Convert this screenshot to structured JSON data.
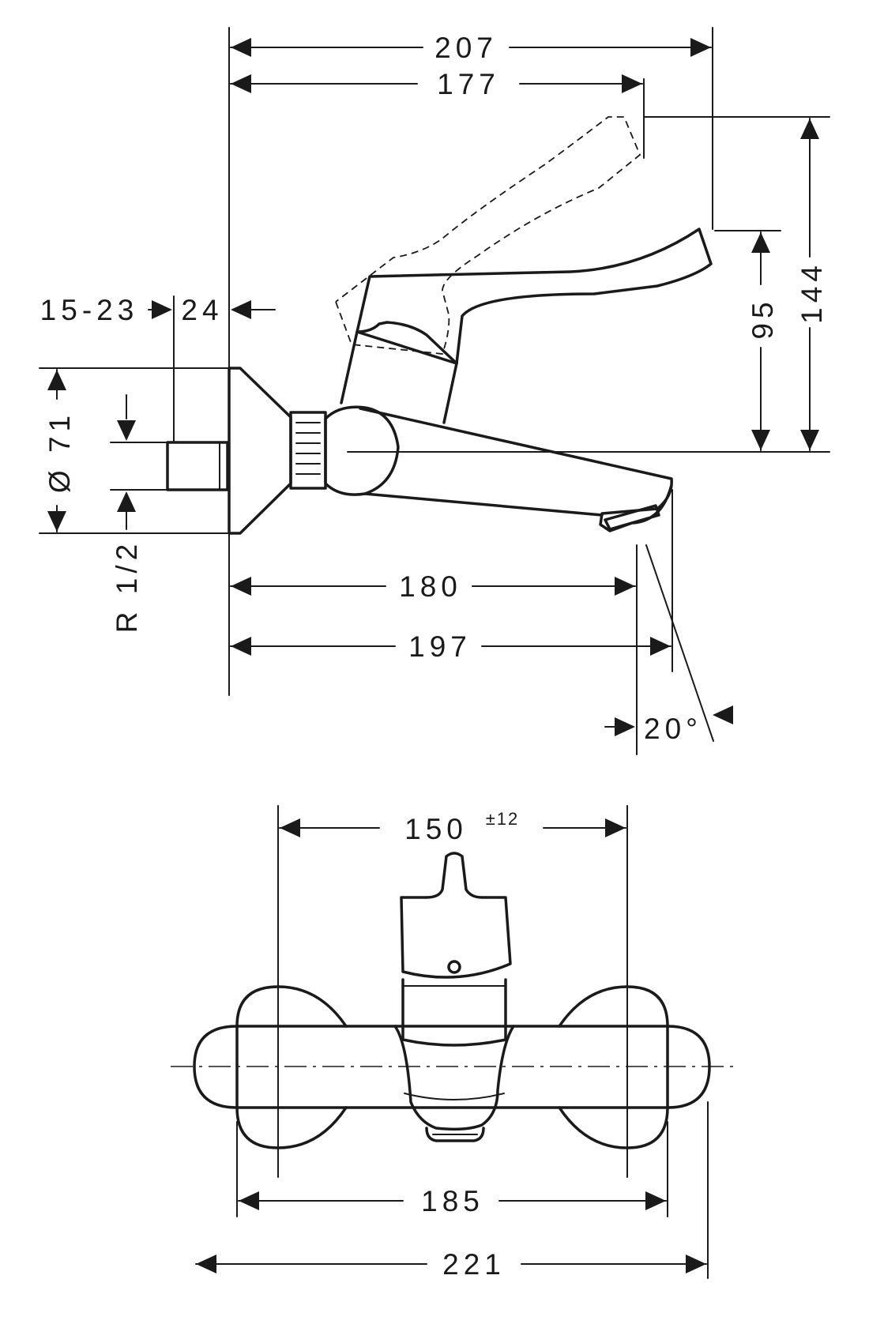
{
  "side_view": {
    "dimensions": {
      "total_length_handle": "207",
      "length_to_handle_pivot": "177",
      "wall_adjustment": "15-23",
      "flange_depth": "24",
      "rosette_diameter": "Ø 71",
      "connection_thread": "R 1/2",
      "spout_projection": "180",
      "total_projection": "197",
      "spout_angle": "20°",
      "handle_height": "95",
      "total_height": "144"
    }
  },
  "front_view": {
    "dimensions": {
      "centre_distance": "150",
      "centre_tolerance": "±12",
      "body_width": "185",
      "overall_width": "221"
    }
  }
}
